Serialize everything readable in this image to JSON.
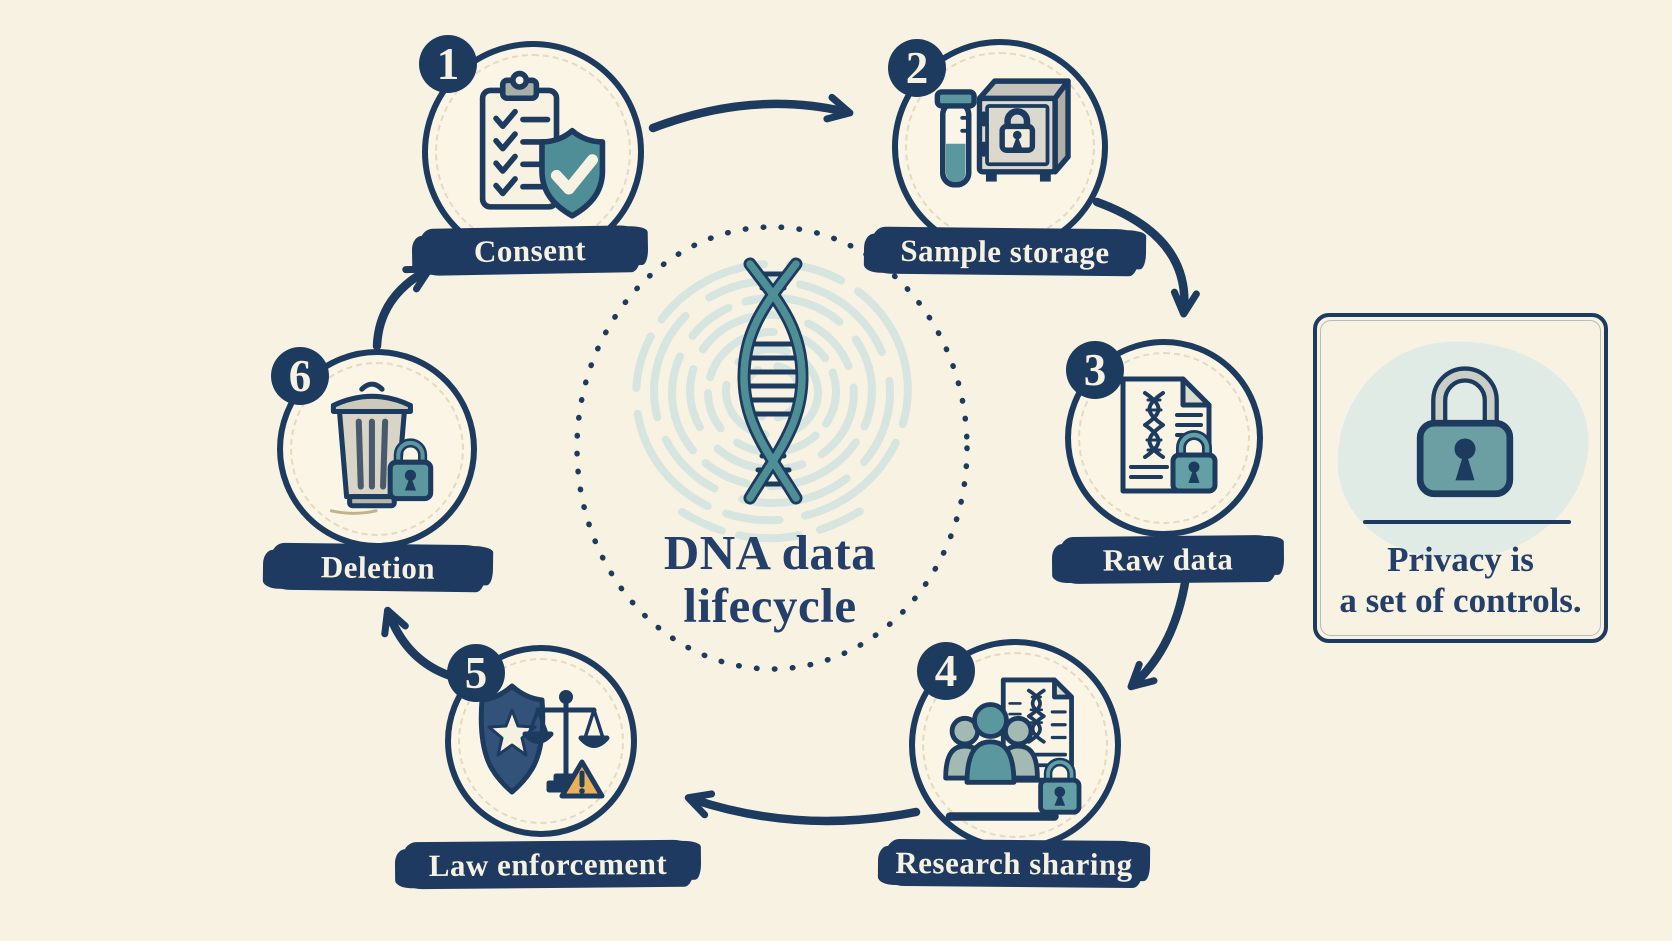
{
  "title": {
    "line1": "DNA data",
    "line2": "lifecycle"
  },
  "stages": [
    {
      "number": "1",
      "label": "Consent",
      "icon": "clipboard-shield-icon"
    },
    {
      "number": "2",
      "label": "Sample storage",
      "icon": "test-tube-safe-icon"
    },
    {
      "number": "3",
      "label": "Raw data",
      "icon": "dna-document-lock-icon"
    },
    {
      "number": "4",
      "label": "Research sharing",
      "icon": "people-document-lock-icon"
    },
    {
      "number": "5",
      "label": "Law enforcement",
      "icon": "police-badge-scales-warning-icon"
    },
    {
      "number": "6",
      "label": "Deletion",
      "icon": "trash-can-lock-icon"
    }
  ],
  "callout": {
    "line1": "Privacy is",
    "line2": "a set of controls.",
    "icon": "padlock-icon"
  },
  "colors": {
    "background": "#f8f2e2",
    "navy": "#1d3a5f",
    "teal": "#4f8e96",
    "light_teal_fingerprint": "#d6e5e0",
    "metal_gray": "#d8d4c6",
    "warning_orange": "#e9b158",
    "circle_fill": "#fbf5e6"
  }
}
